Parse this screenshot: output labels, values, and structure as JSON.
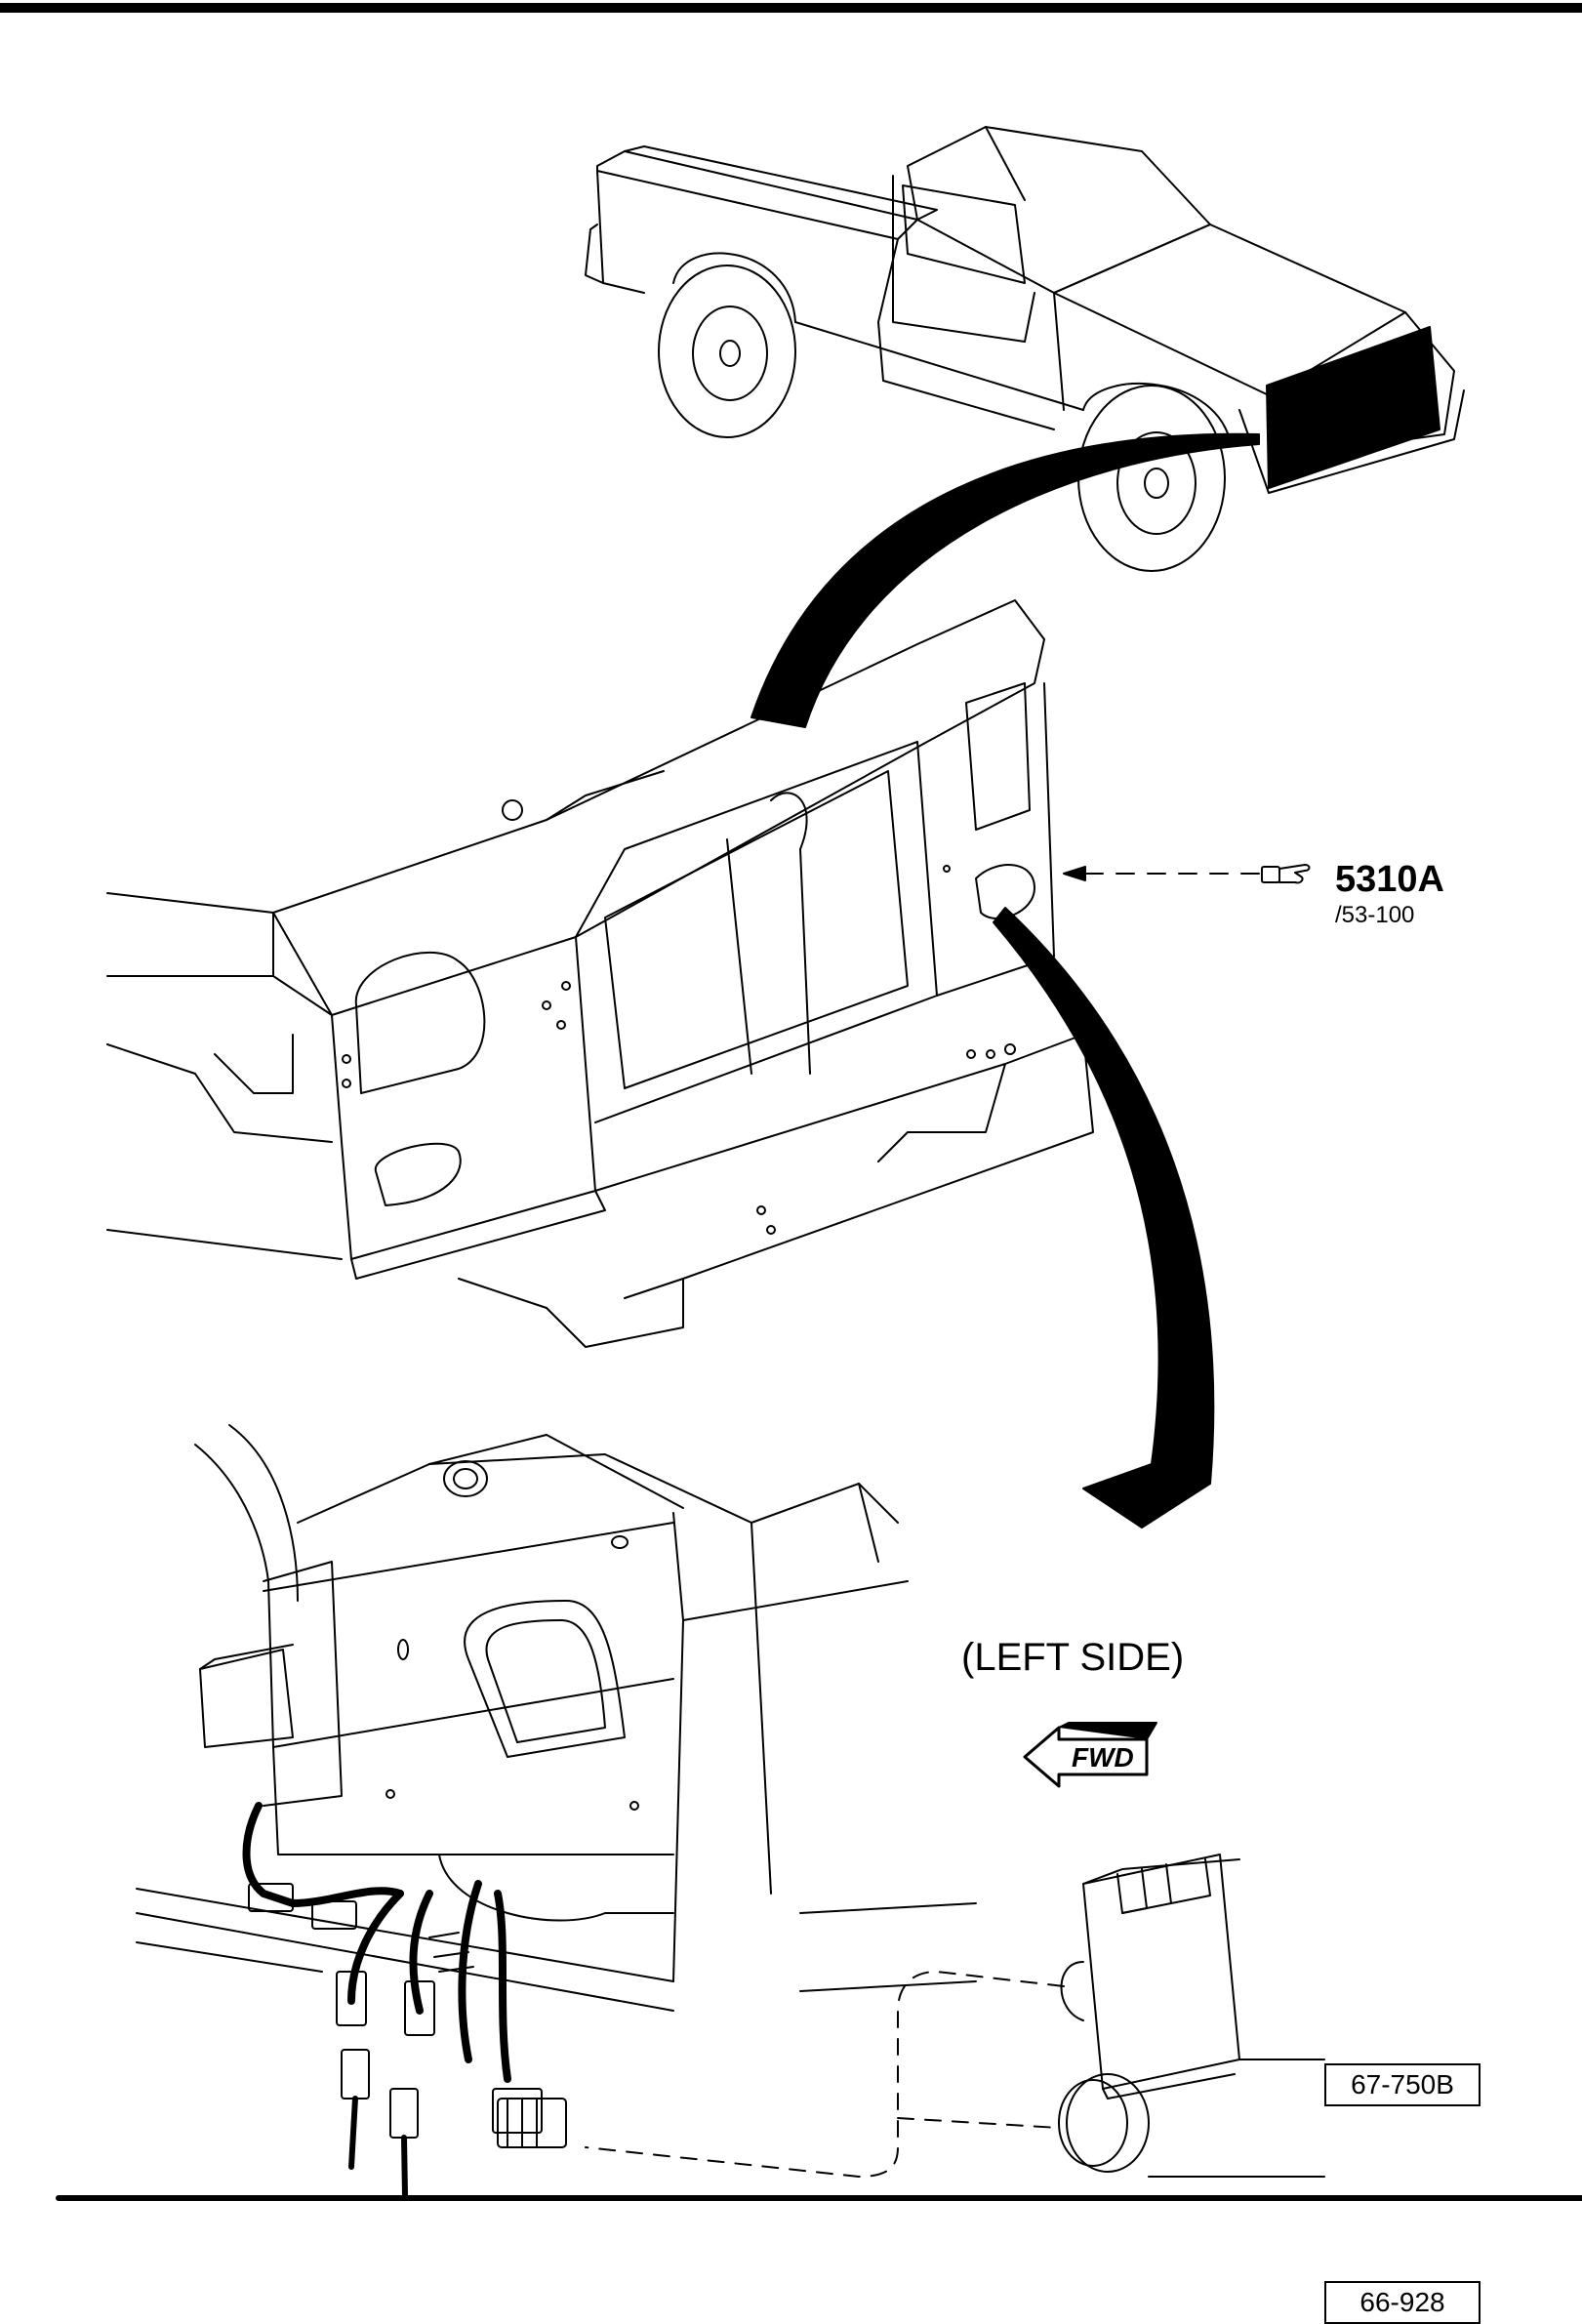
{
  "references": {
    "main_code": "5310A",
    "sub_code": "/53-100"
  },
  "view_label": "(LEFT SIDE)",
  "direction_arrow": {
    "text": "FWD",
    "icon": "forward-arrow-icon"
  },
  "parts": [
    {
      "number": "67-750B"
    },
    {
      "number": "66-928"
    }
  ],
  "icons": {
    "reference": "pointing-hand-icon"
  }
}
